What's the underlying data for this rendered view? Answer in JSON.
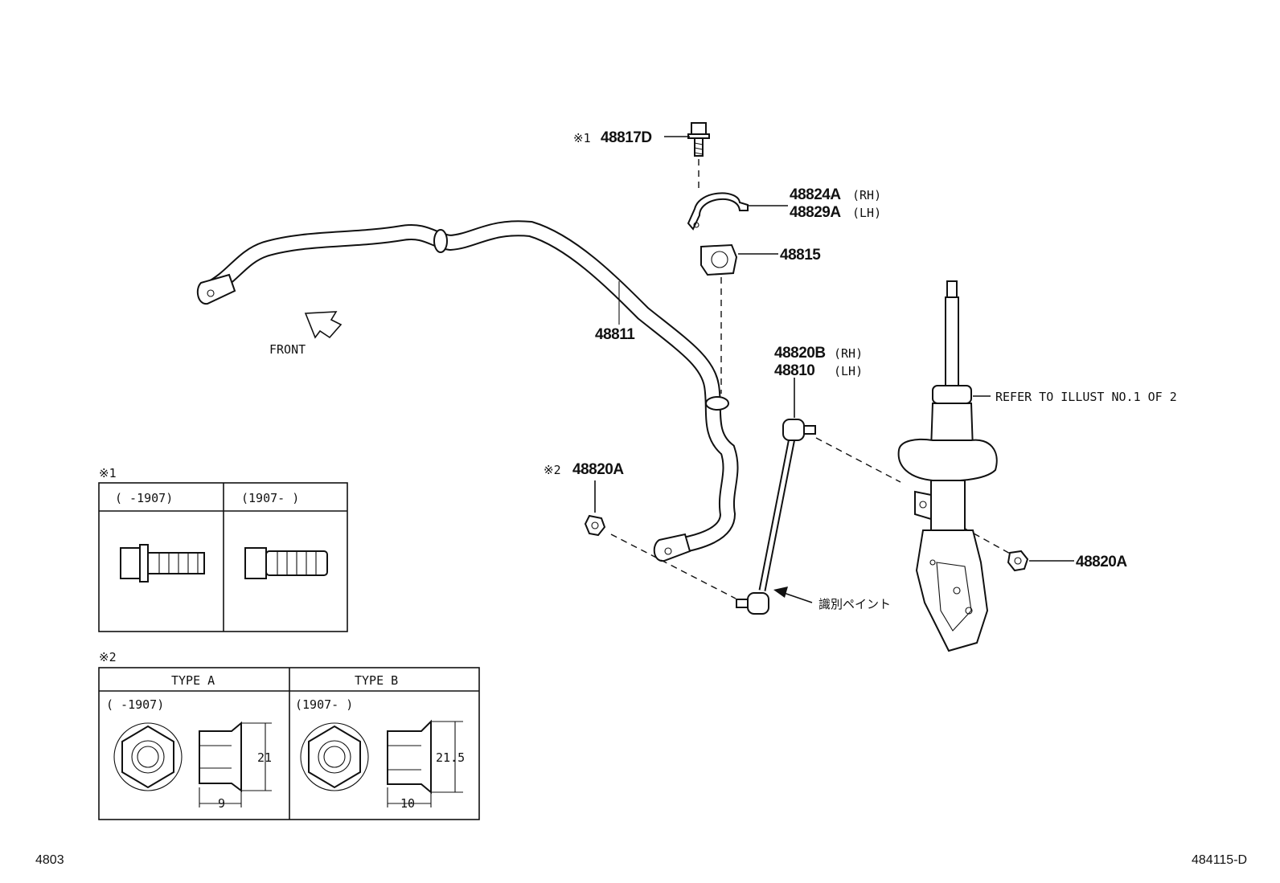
{
  "labels": {
    "bolt": "48817D",
    "bolt_mark": "※1",
    "bracket_rh": "48824A",
    "bracket_rh_side": "(RH)",
    "bracket_lh": "48829A",
    "bracket_lh_side": "(LH)",
    "bushing": "48815",
    "stabilizer_bar": "48811",
    "front": "FRONT",
    "link_rh": "48820B",
    "link_rh_side": "(RH)",
    "link_lh": "48810",
    "link_lh_side": "(LH)",
    "refer": "REFER TO ILLUST NO.1 OF 2",
    "nut_left": "48820A",
    "nut_left_mark": "※2",
    "nut_right": "48820A",
    "paint_id": "識別ペイント"
  },
  "note1": {
    "mark": "※1",
    "col1_header": "(     -1907)",
    "col2_header": "(1907-     )"
  },
  "note2": {
    "mark": "※2",
    "type_a": "TYPE A",
    "type_b": "TYPE B",
    "type_a_range": "(      -1907)",
    "type_b_range": "(1907-      )",
    "type_a_height": "21",
    "type_a_width": "9",
    "type_b_height": "21.5",
    "type_b_width": "10"
  },
  "footer": {
    "page": "4803",
    "code": "484115-D"
  }
}
